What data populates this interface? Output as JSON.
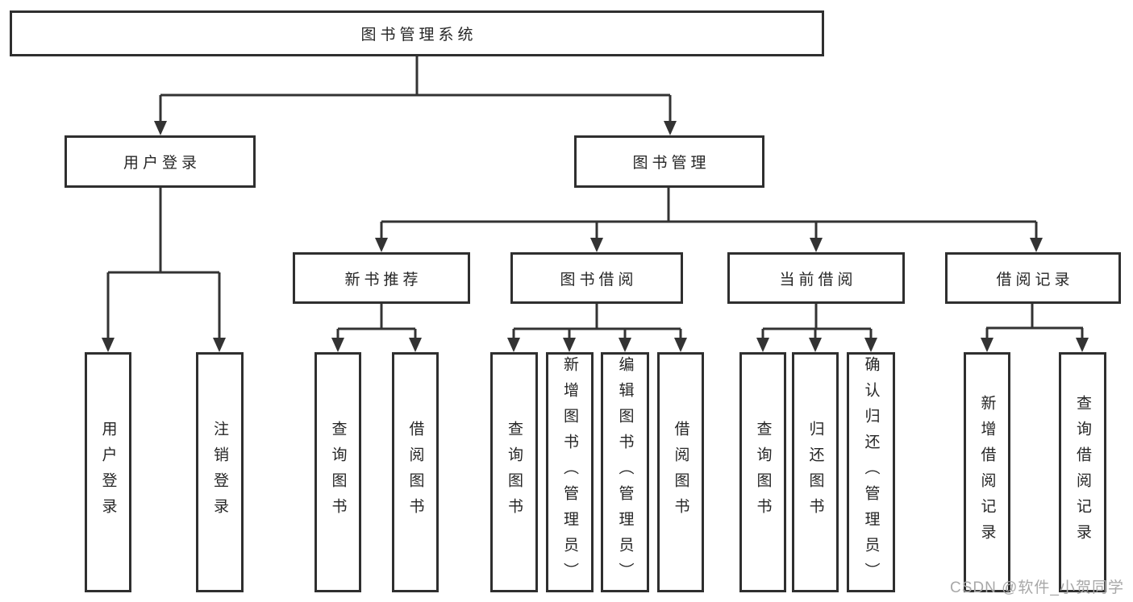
{
  "diagram": {
    "type": "tree-structure-chart",
    "root": {
      "label": "图书管理系统"
    },
    "level2": [
      {
        "label": "用户登录"
      },
      {
        "label": "图书管理"
      }
    ],
    "level3": [
      {
        "label": "新书推荐",
        "parent": "图书管理"
      },
      {
        "label": "图书借阅",
        "parent": "图书管理"
      },
      {
        "label": "当前借阅",
        "parent": "图书管理"
      },
      {
        "label": "借阅记录",
        "parent": "图书管理"
      }
    ],
    "level4": [
      {
        "label": "用户登录",
        "parent": "用户登录"
      },
      {
        "label": "注销登录",
        "parent": "用户登录"
      },
      {
        "label": "查询图书",
        "parent": "新书推荐"
      },
      {
        "label": "借阅图书",
        "parent": "新书推荐"
      },
      {
        "label": "查询图书",
        "parent": "图书借阅"
      },
      {
        "label": "新增图书（管理员）",
        "parent": "图书借阅"
      },
      {
        "label": "编辑图书（管理员）",
        "parent": "图书借阅"
      },
      {
        "label": "借阅图书",
        "parent": "图书借阅"
      },
      {
        "label": "查询图书",
        "parent": "当前借阅"
      },
      {
        "label": "归还图书",
        "parent": "当前借阅"
      },
      {
        "label": "确认归还（管理员）",
        "parent": "当前借阅"
      },
      {
        "label": "新增借阅记录",
        "parent": "借阅记录"
      },
      {
        "label": "查询借阅记录",
        "parent": "借阅记录"
      }
    ],
    "colors": {
      "box_border": "#2f2f2f",
      "connector_line": "#333333",
      "text": "#262626",
      "watermark_text": "#a8a8a8",
      "background": "#ffffff"
    },
    "watermark": "CSDN @软件_小贺同学"
  }
}
